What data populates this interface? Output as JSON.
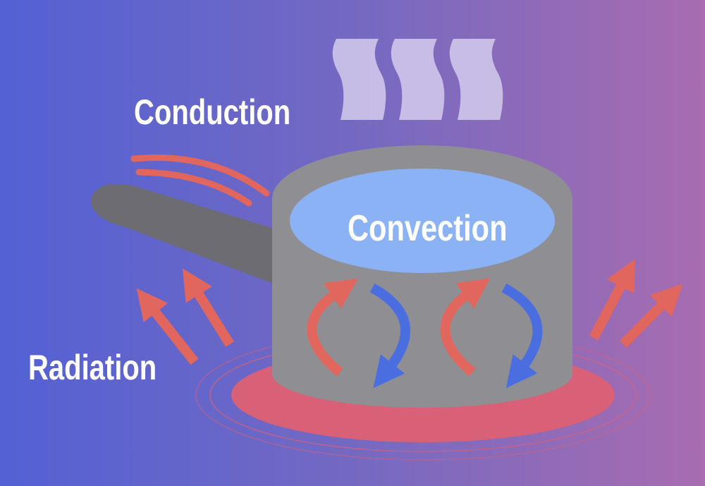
{
  "labels": {
    "conduction": "Conduction",
    "convection": "Convection",
    "radiation": "Radiation"
  },
  "colors": {
    "background_left": "#5361d4",
    "background_right": "#a86cb0",
    "pot_body": "#8f8f93",
    "pot_handle": "#6c6c72",
    "water": "#8ab2f5",
    "hot_arrow": "#e0665e",
    "cool_arrow": "#4a6ee0",
    "burner": "#d86178",
    "steam": "#cfc6ea"
  },
  "icons": {
    "steam": "steam-wave-icon",
    "rising_current": "curved-arrow-up-icon",
    "sinking_current": "curved-arrow-down-icon",
    "radiant_heat": "straight-arrow-icon",
    "heat_wave": "heat-arc-icon"
  }
}
